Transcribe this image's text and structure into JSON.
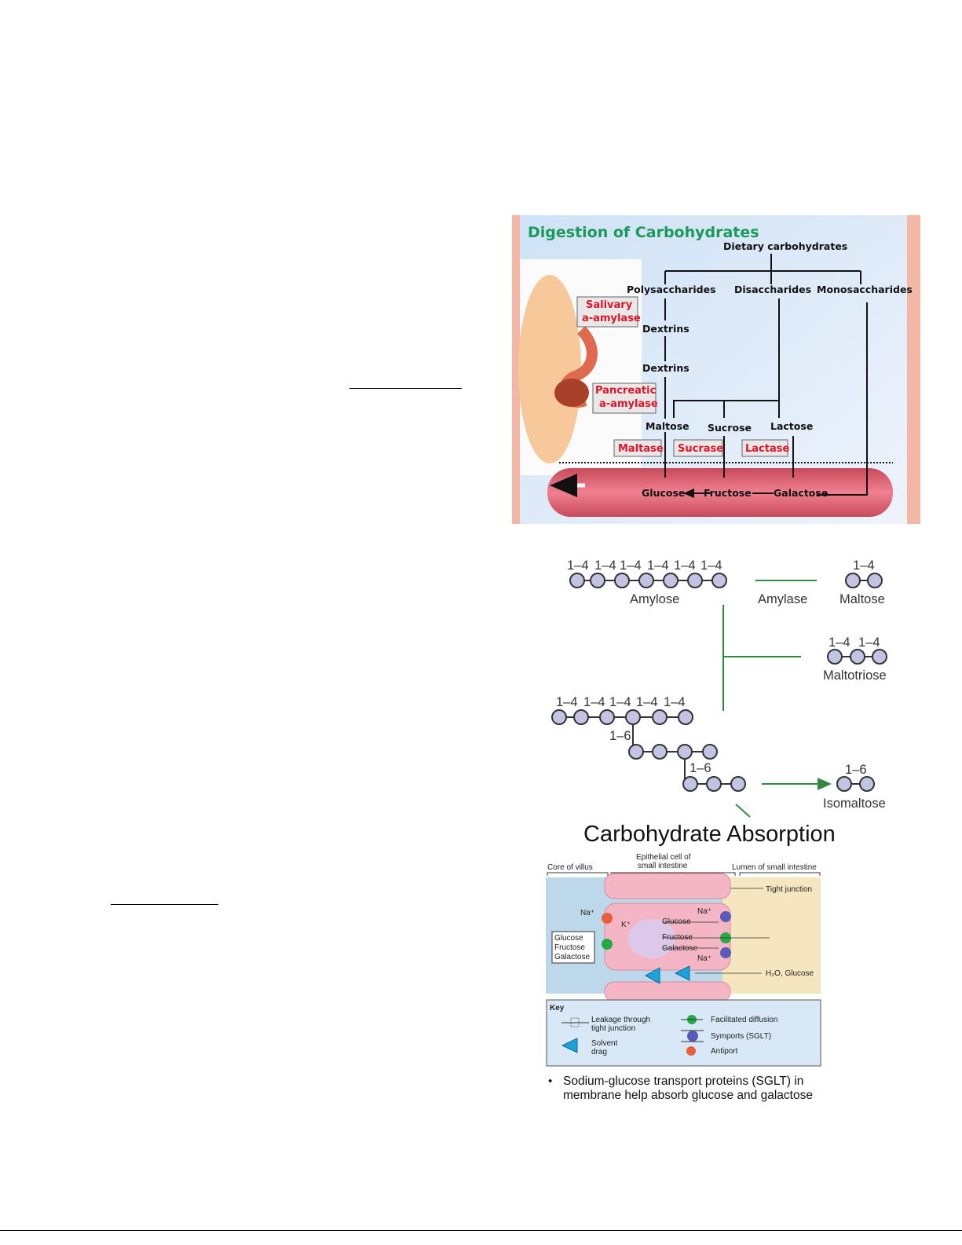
{
  "figure1": {
    "title": "Digestion of Carbohydrates",
    "root": "Dietary carbohydrates",
    "categories": [
      "Polysaccharides",
      "Disaccharides",
      "Monosaccharides"
    ],
    "intermediates": [
      "Dextrins",
      "Dextrins"
    ],
    "enzymes_upper": [
      "Salivary",
      "a-amylase",
      "Pancreatic",
      "a-amylase"
    ],
    "disaccharides": [
      "Maltose",
      "Sucrose",
      "Lactose"
    ],
    "brush_enzymes": [
      "Maltase",
      "Sucrase",
      "Lactase"
    ],
    "products": [
      "Glucose",
      "Fructose",
      "Galactose"
    ],
    "colors": {
      "title": "#1a9a5a",
      "enzyme": "#e0142a",
      "background": "#dbe8f8",
      "intestine": "#d9606e",
      "border": "#f2b7a5"
    }
  },
  "figure2": {
    "amylose_bonds": [
      "1–4",
      "1–4",
      "1–4",
      "1–4",
      "1–4",
      "1–4"
    ],
    "amylose_label": "Amylose",
    "enzyme_label": "Amylase",
    "maltose_bond": "1–4",
    "maltose_label": "Maltose",
    "maltotriose_bonds": [
      "1–4",
      "1–4"
    ],
    "maltotriose_label": "Maltotriose",
    "amylopectin_bonds": [
      "1–4",
      "1–4",
      "1–4",
      "1–4",
      "1–4"
    ],
    "branch_bonds": [
      "1–6",
      "1–6"
    ],
    "isomaltose_bond": "1–6",
    "isomaltose_label": "Isomaltose",
    "colors": {
      "arrow": "#2e8b3e",
      "residue": "#c3c3e3"
    }
  },
  "figure3": {
    "title": "Carbohydrate Absorption",
    "regions": [
      "Core of villus",
      "Epithelial cell of",
      "small intestine",
      "Lumen of small intestine"
    ],
    "labels": {
      "tight_junction": "Tight junction",
      "na1": "Na⁺",
      "k": "K⁺",
      "na2": "Na⁺",
      "na3": "Na⁺",
      "glucose": "Glucose",
      "fructose": "Fructose",
      "galactose": "Galactose",
      "water": "H₂O, Glucose"
    },
    "box": [
      "Glucose",
      "Fructose",
      "Galactose"
    ],
    "key": {
      "title": "Key",
      "leak": [
        "Leakage through",
        "tight junction"
      ],
      "solvent": [
        "Solvent",
        "drag"
      ],
      "facilitated": "Facilitated diffusion",
      "symport": "Symports (SGLT)",
      "antiport": "Antiport"
    },
    "bullet": [
      "Sodium-glucose transport proteins (SGLT) in",
      "membrane help absorb glucose and galactose"
    ],
    "colors": {
      "core": "#bcd8ea",
      "lumen": "#f5e6c0",
      "cell": "#f4b6c4",
      "facilitated": "#22aa44",
      "symport": "#5a5ab8",
      "antiport": "#e8603a",
      "solvent": "#1ea0d8"
    }
  }
}
